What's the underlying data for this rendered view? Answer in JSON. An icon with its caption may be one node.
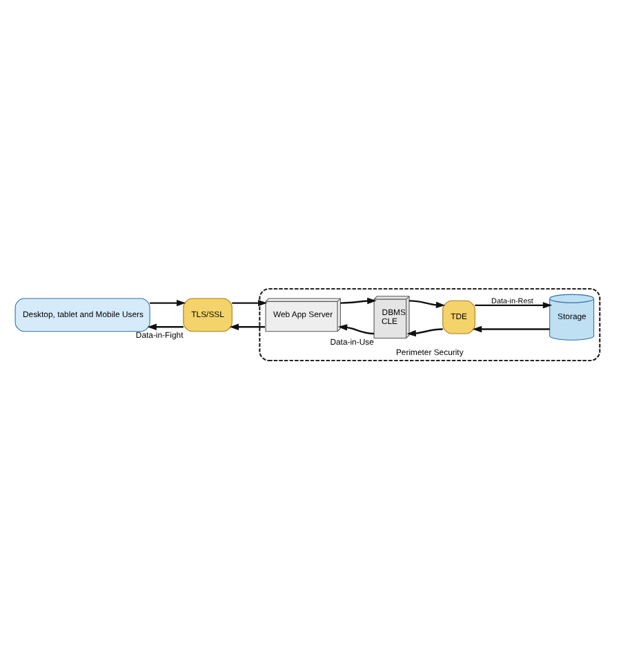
{
  "diagram": {
    "nodes": [
      {
        "text": [
          "Desktop, tablet and Mobile Users"
        ]
      },
      {
        "text": [
          "TLS/SSL"
        ],
        "beside": [
          "Data-in-Fight"
        ]
      },
      {
        "text": [
          "Perimeter Security"
        ]
      },
      {
        "text": [
          "Web App Server"
        ],
        "in": 2
      },
      {
        "text": [
          "DBMS",
          "CLE"
        ],
        "beside": [
          "Data-in-Use"
        ],
        "in": 2
      },
      {
        "text": [
          "TDE"
        ],
        "in": 2
      },
      {
        "text": [
          "Storage"
        ],
        "in": 2
      }
    ],
    "edges": [
      {
        "from": 0,
        "to": 1,
        "arrow": "to"
      },
      {
        "from": 1,
        "to": 0,
        "arrow": "to"
      },
      {
        "from": 1,
        "to": 3,
        "arrow": "to"
      },
      {
        "from": 3,
        "to": 1,
        "arrow": "to"
      },
      {
        "from": 3,
        "to": 4,
        "arrow": "to"
      },
      {
        "from": 4,
        "to": 3,
        "arrow": "to"
      },
      {
        "from": 4,
        "to": 5,
        "arrow": "to"
      },
      {
        "from": 5,
        "to": 4,
        "arrow": "to"
      },
      {
        "from": 5,
        "to": 6,
        "arrow": "to",
        "label": "Data-in-Rest"
      },
      {
        "from": 6,
        "to": 5,
        "arrow": "to"
      }
    ]
  }
}
